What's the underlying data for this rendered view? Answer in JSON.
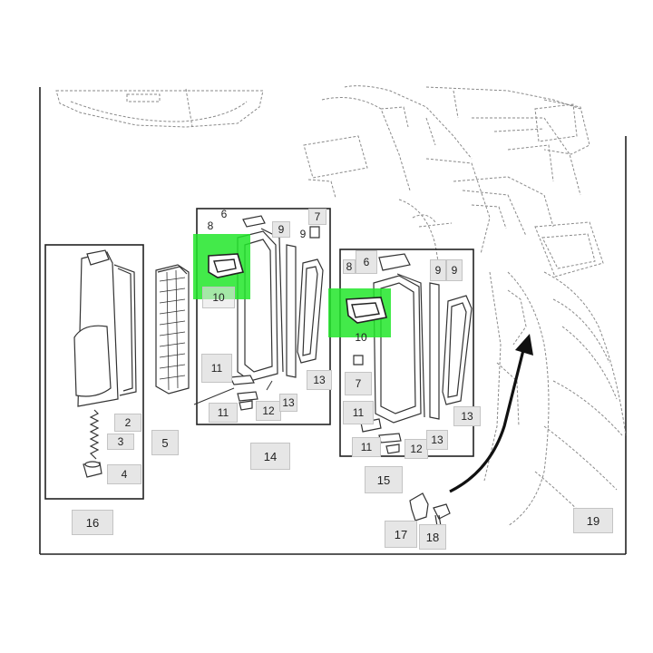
{
  "colors": {
    "frame": "#222222",
    "part_line": "#333333",
    "dashed_line": "#8a8a8a",
    "callout_bg": "#e6e6e6",
    "highlight": "#22e62a",
    "arrow": "#111111"
  },
  "callouts": {
    "c2": "2",
    "c3": "3",
    "c4": "4",
    "c5": "5",
    "c6a": "6",
    "c6b": "6",
    "c7a": "7",
    "c7b": "7",
    "c8a": "8",
    "c8b": "8",
    "c9a": "9",
    "c9b": "9",
    "c9c": "9",
    "c9d": "9",
    "c10a": "10",
    "c10b": "10",
    "c11a": "11",
    "c11b": "11",
    "c11c": "11",
    "c11d": "11",
    "c12a": "12",
    "c12b": "12",
    "c13a": "13",
    "c13b": "13",
    "c13c": "13",
    "c13d": "13",
    "c14": "14",
    "c15": "15",
    "c16": "16",
    "c17": "17",
    "c18": "18",
    "c19": "19"
  }
}
